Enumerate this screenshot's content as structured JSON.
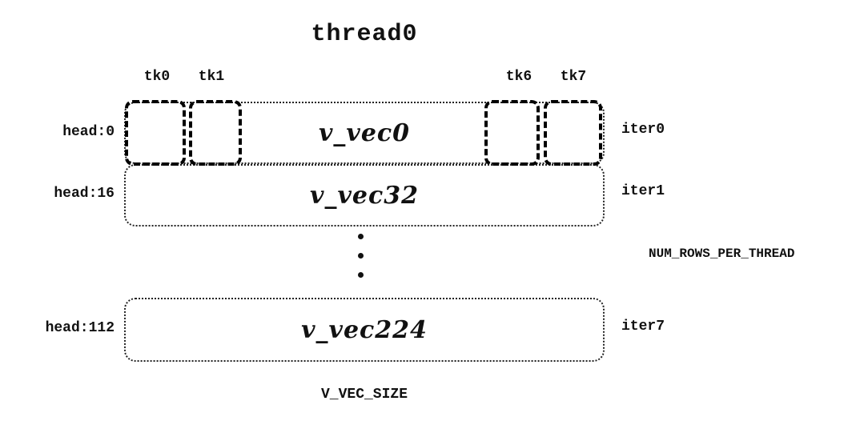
{
  "diagram": {
    "title": "thread0",
    "tick_labels": [
      "tk0",
      "tk1",
      "tk6",
      "tk7"
    ],
    "rows": [
      {
        "head": "head:0",
        "vec": "v_vec0",
        "iter": "iter0"
      },
      {
        "head": "head:16",
        "vec": "v_vec32",
        "iter": "iter1"
      },
      {
        "head": "head:112",
        "vec": "v_vec224",
        "iter": "iter7"
      }
    ],
    "right_label": "NUM_ROWS_PER_THREAD",
    "bottom_label": "V_VEC_SIZE"
  }
}
